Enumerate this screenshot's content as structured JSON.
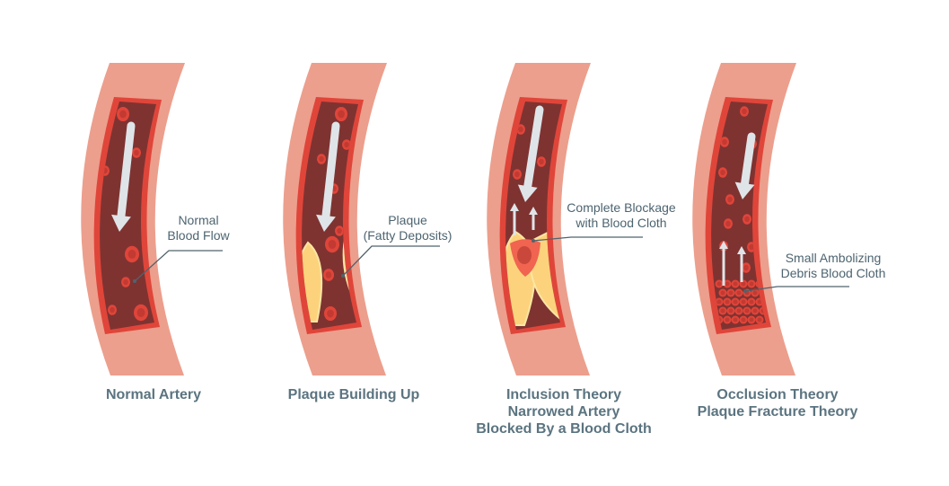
{
  "colors": {
    "outer_wall": "#ec9f8d",
    "rim": "#e0453a",
    "lumen": "#7e3331",
    "cell": "#e0453a",
    "cell_core": "#c23a31",
    "plaque": "#fcd37c",
    "plaque_edge": "#fbe6a4",
    "arrow": "#dfe4e8",
    "leader": "#50636e",
    "text": "#5b7480"
  },
  "panels": [
    {
      "id": "normal",
      "caption_lines": [
        "Normal Artery"
      ],
      "callout_lines": [
        "Normal",
        "Blood Flow"
      ]
    },
    {
      "id": "plaque",
      "caption_lines": [
        "Plaque Building Up"
      ],
      "callout_lines": [
        "Plaque",
        "(Fatty Deposits)"
      ]
    },
    {
      "id": "inclusion",
      "caption_lines": [
        "Inclusion Theory",
        "Narrowed Artery",
        "Blocked By a Blood Cloth"
      ],
      "callout_lines": [
        "Complete Blockage",
        "with Blood Cloth"
      ]
    },
    {
      "id": "occlusion",
      "caption_lines": [
        "Occlusion Theory",
        "Plaque Fracture Theory"
      ],
      "callout_lines": [
        "Small Ambolizing",
        "Debris Blood Cloth"
      ]
    }
  ]
}
